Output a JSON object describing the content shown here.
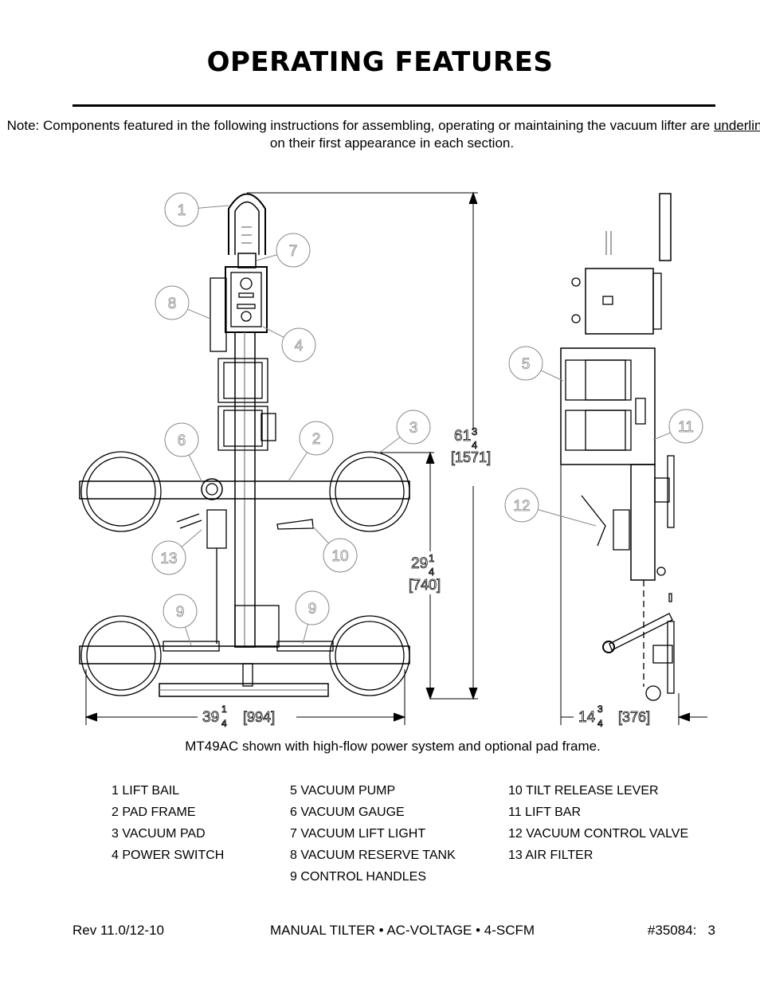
{
  "title": "OPERATING FEATURES",
  "note": {
    "before": "Note:  Components featured in the following instructions for assembling, operating or maintaining the vacuum lifter are ",
    "underlined": "underlined",
    "after": " on their first appearance in each section."
  },
  "drawing": {
    "callouts": [
      "1",
      "7",
      "8",
      "4",
      "6",
      "2",
      "3",
      "13",
      "10",
      "9",
      "9",
      "5",
      "11",
      "12"
    ],
    "dimensions": {
      "height_in_whole": "61",
      "height_in_frac_num": "3",
      "height_in_frac_den": "4",
      "height_mm": "1571",
      "reach_in_whole": "29",
      "reach_in_frac_num": "1",
      "reach_in_frac_den": "4",
      "reach_mm": "740",
      "width_in_whole": "39",
      "width_in_frac_num": "1",
      "width_in_frac_den": "4",
      "width_mm": "994",
      "depth_in_whole": "14",
      "depth_in_frac_num": "3",
      "depth_in_frac_den": "4",
      "depth_mm": "376"
    }
  },
  "caption": "MT49AC shown with high-flow power system and optional pad frame.",
  "legend": {
    "col1": [
      "1  LIFT BAIL",
      "2  PAD FRAME",
      "3  VACUUM PAD",
      "4  POWER SWITCH"
    ],
    "col2": [
      "5  VACUUM PUMP",
      "6  VACUUM GAUGE",
      "7  VACUUM LIFT LIGHT",
      "8  VACUUM RESERVE TANK",
      "9  CONTROL HANDLES"
    ],
    "col3": [
      "10  TILT RELEASE LEVER",
      "11  LIFT BAR",
      "12  VACUUM CONTROL VALVE",
      "13  AIR FILTER"
    ]
  },
  "footer": {
    "revision": "Rev 11.0/12-10",
    "product": "MANUAL TILTER • AC-VOLTAGE • 4-SCFM",
    "page": "#35084:   3"
  }
}
